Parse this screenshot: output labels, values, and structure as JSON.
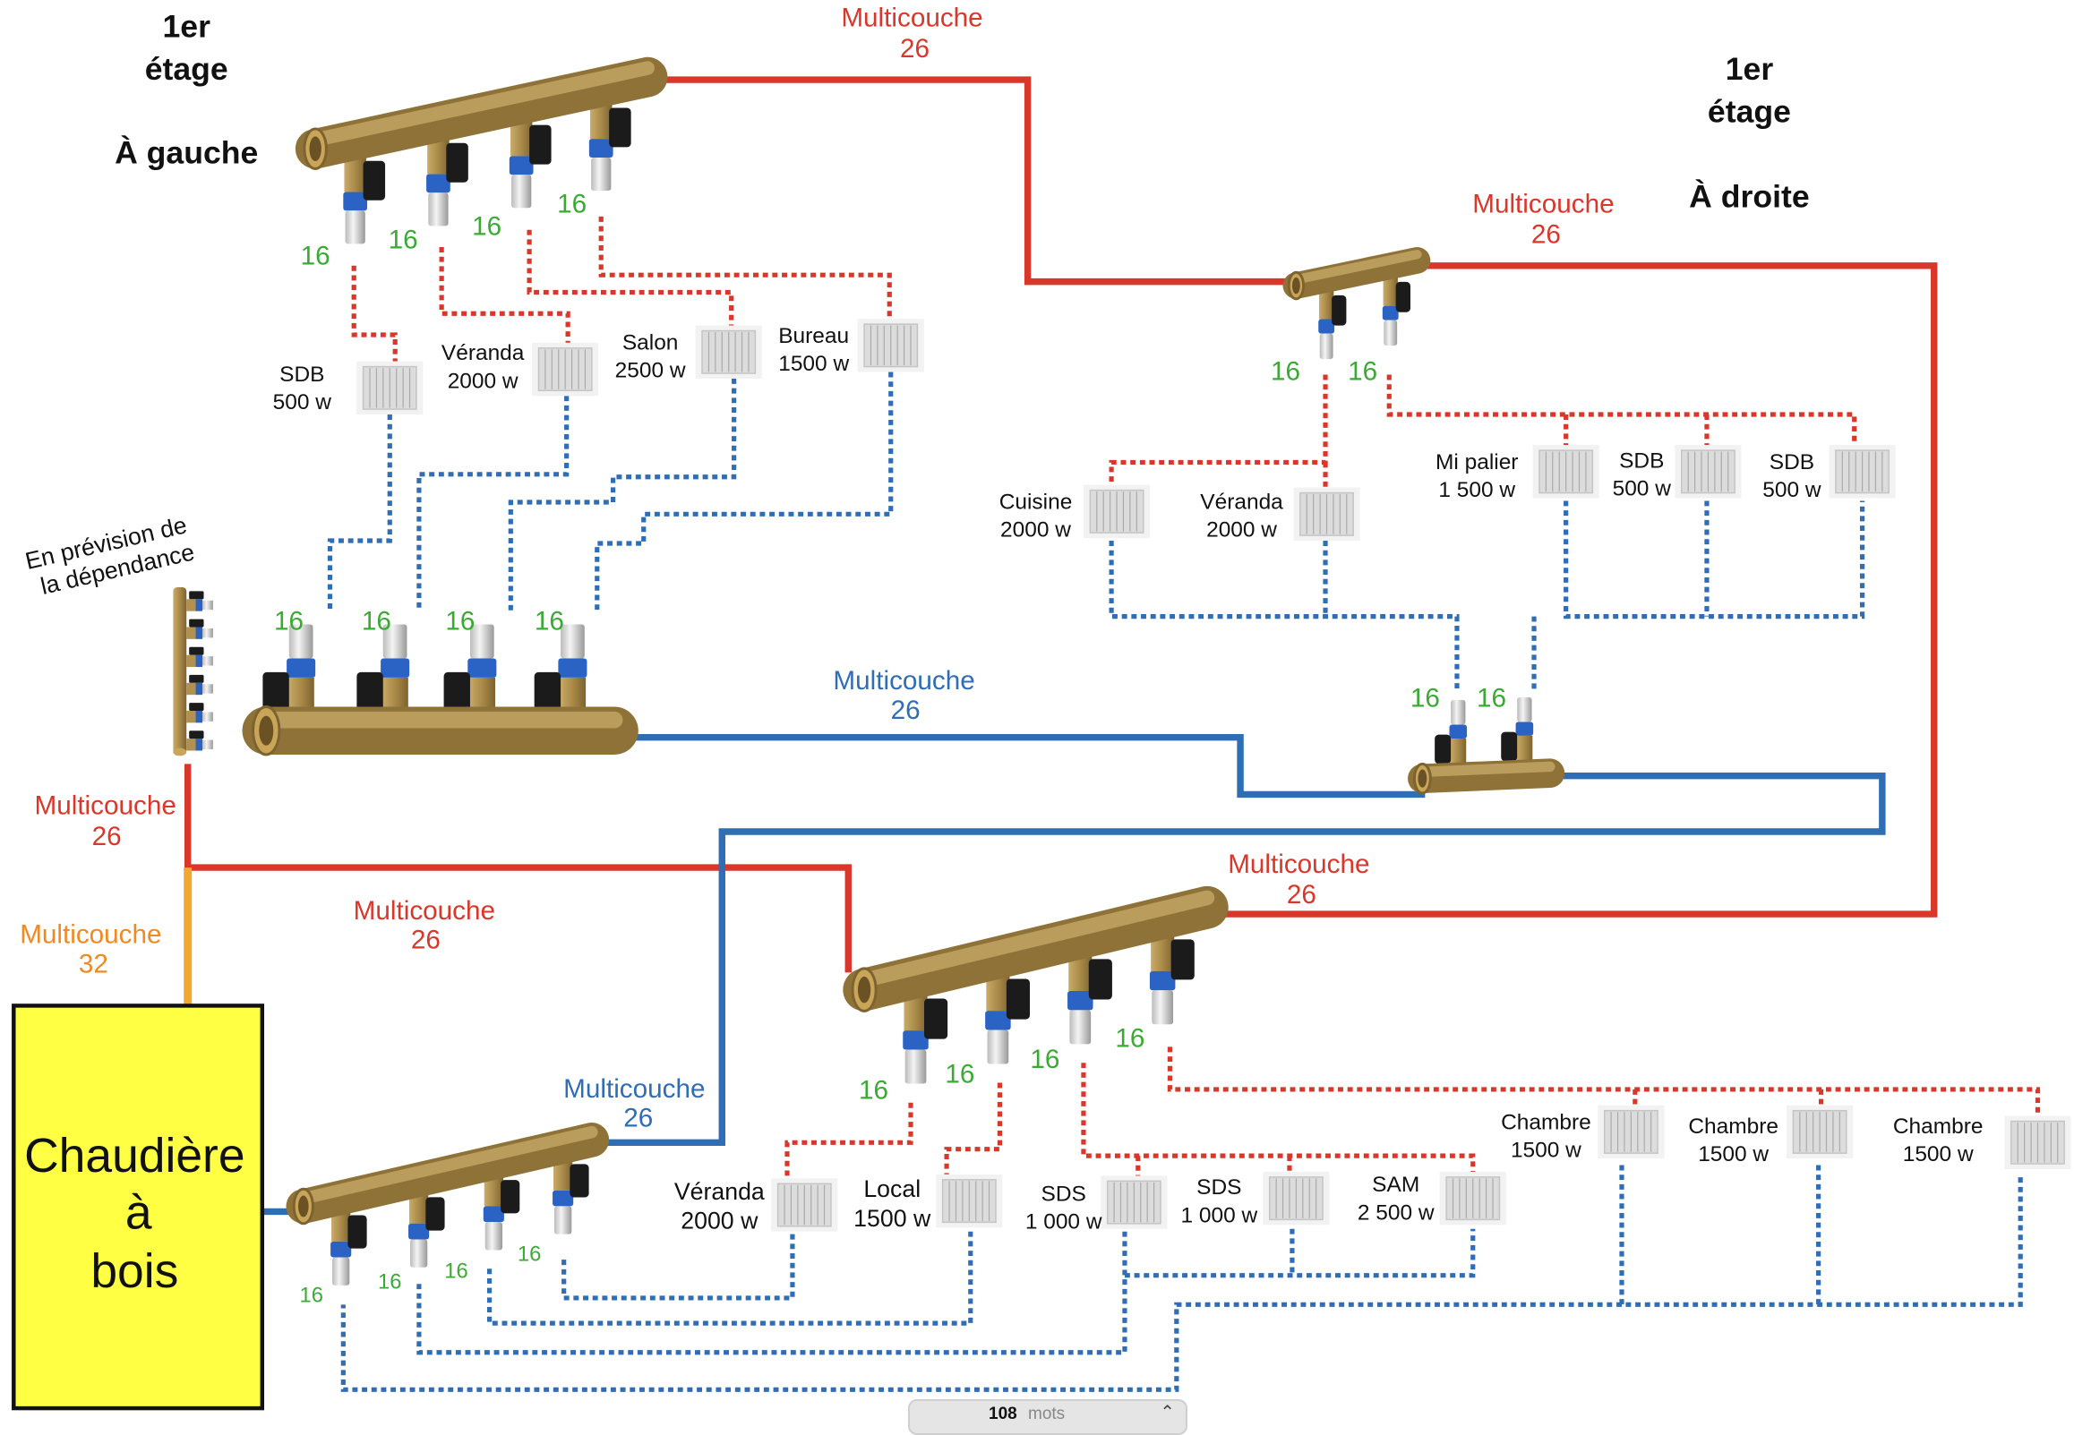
{
  "headers": {
    "left": {
      "line1": "1er",
      "line2": "étage",
      "line3": "À gauche"
    },
    "right": {
      "line1": "1er",
      "line2": "étage",
      "line3": "À droite"
    }
  },
  "pipes": {
    "red_top": {
      "name": "Multicouche",
      "size": "26"
    },
    "red_right": {
      "name": "Multicouche",
      "size": "26"
    },
    "red_boiler": {
      "name": "Multicouche",
      "size": "26"
    },
    "red_lower": {
      "name": "Multicouche",
      "size": "26"
    },
    "red_lower_right": {
      "name": "Multicouche",
      "size": "26"
    },
    "blue_middle": {
      "name": "Multicouche",
      "size": "26"
    },
    "blue_lower": {
      "name": "Multicouche",
      "size": "26"
    },
    "orange_boiler": {
      "name": "Multicouche",
      "size": "32"
    }
  },
  "boiler": {
    "line1": "Chaudière",
    "line2": "à",
    "line3": "bois"
  },
  "dependance_note": {
    "line1": "En prévision de",
    "line2": "la dépendance"
  },
  "pipe_size_label": "16",
  "radiators": {
    "top_left": [
      {
        "room": "SDB",
        "power": "500 w"
      },
      {
        "room": "Véranda",
        "power": "2000 w"
      },
      {
        "room": "Salon",
        "power": "2500 w"
      },
      {
        "room": "Bureau",
        "power": "1500 w"
      }
    ],
    "top_right": [
      {
        "room": "Cuisine",
        "power": "2000 w"
      },
      {
        "room": "Véranda",
        "power": "2000 w"
      },
      {
        "room": "Mi palier",
        "power": "1 500 w"
      },
      {
        "room": "SDB",
        "power": "500 w"
      },
      {
        "room": "SDB",
        "power": "500 w"
      }
    ],
    "ground": [
      {
        "room": "Véranda",
        "power": "2000 w"
      },
      {
        "room": "Local",
        "power": "1500 w"
      },
      {
        "room": "SDS",
        "power": "1 000 w"
      },
      {
        "room": "SDS",
        "power": "1 000 w"
      },
      {
        "room": "SAM",
        "power": "2 500 w"
      },
      {
        "room": "Chambre",
        "power": "1500 w"
      },
      {
        "room": "Chambre",
        "power": "1500 w"
      },
      {
        "room": "Chambre",
        "power": "1500 w"
      }
    ]
  },
  "status_bar": {
    "count": "108",
    "unit": "mots",
    "icon": "chevron-up-icon"
  },
  "colors": {
    "supply": "#d9372a",
    "return": "#2f6db5",
    "boiler_feed": "#f0a830",
    "pipe_size": "#3aaa35",
    "boiler_fill": "#ffff44"
  }
}
